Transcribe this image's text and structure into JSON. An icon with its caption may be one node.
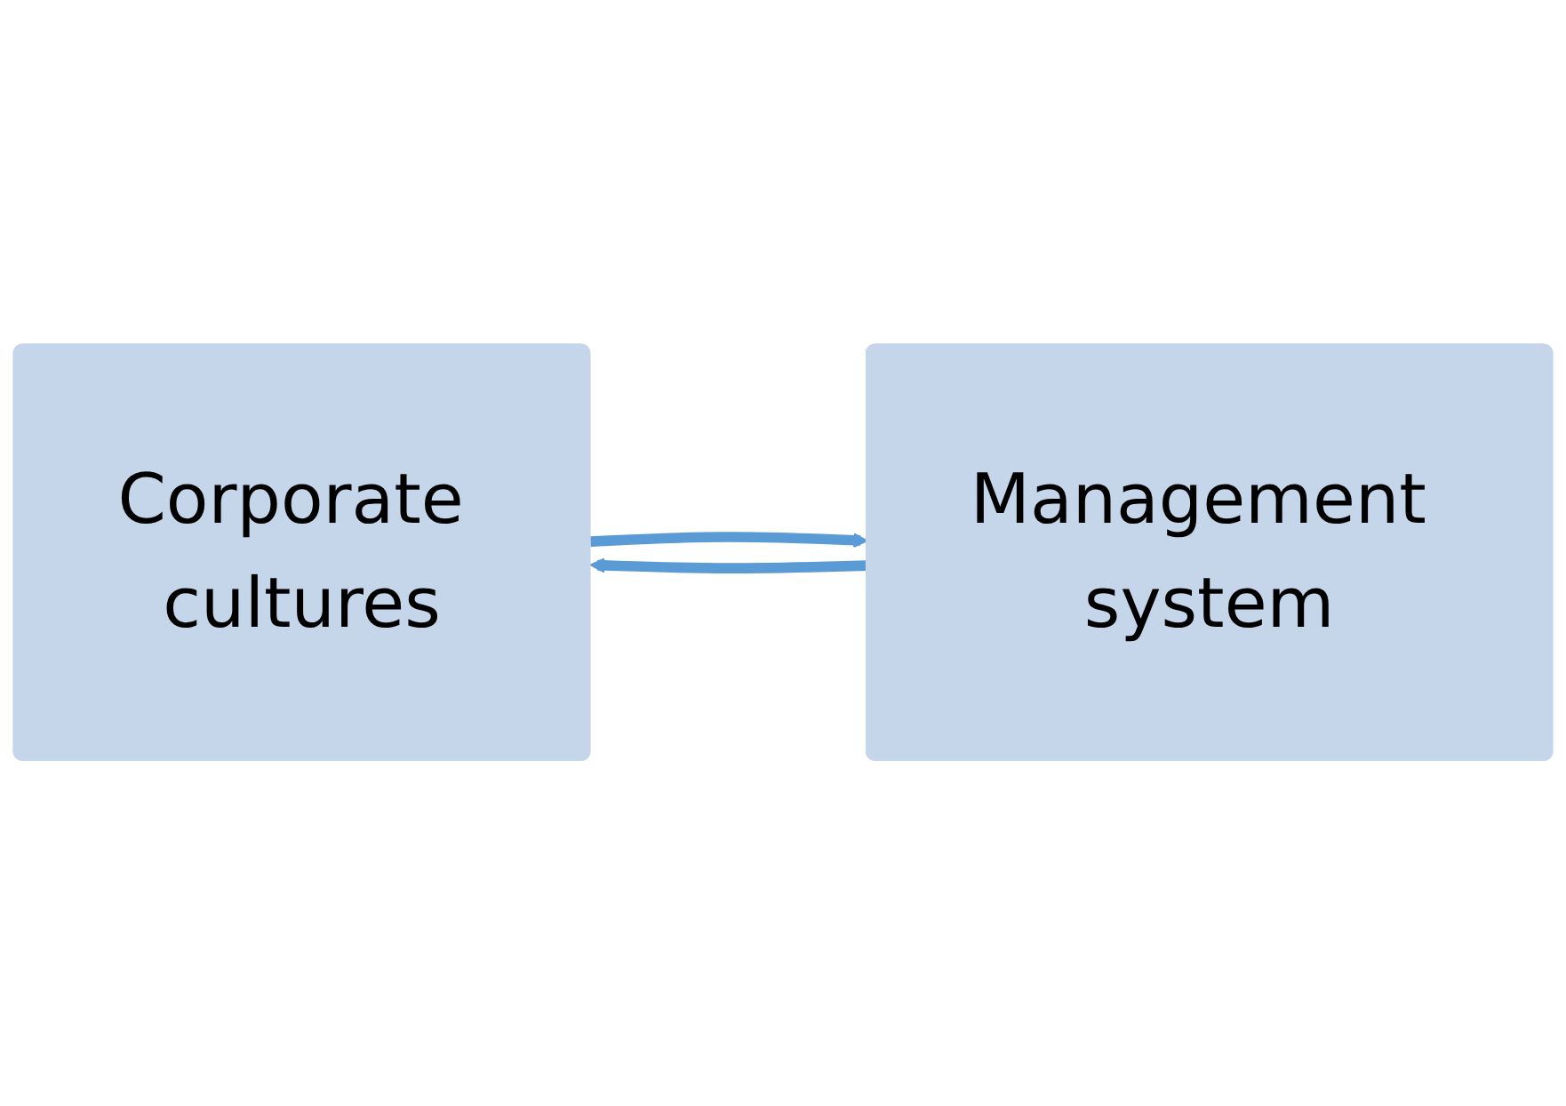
{
  "diagram": {
    "nodes": [
      {
        "text": [
          "Corporate cultures"
        ]
      },
      {
        "text": [
          "Management system"
        ]
      }
    ],
    "edges": [
      {
        "from": 0,
        "to": 1,
        "arrow": "to"
      },
      {
        "from": 1,
        "to": 0,
        "arrow": "to"
      }
    ]
  }
}
